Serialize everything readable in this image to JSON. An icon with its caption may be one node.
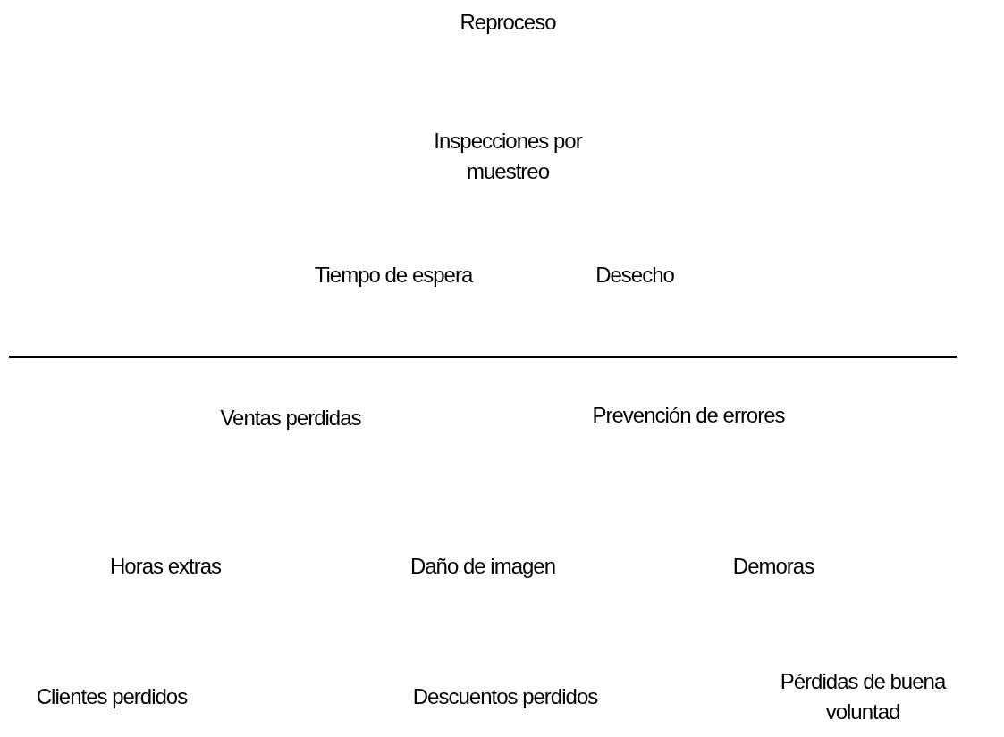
{
  "diagram": {
    "labels": [
      "Reproceso",
      "Inspecciones por muestreo",
      "Tiempo de espera",
      "Desecho",
      "Ventas perdidas",
      "Prevención de errores",
      "Horas extras",
      "Daño de imagen",
      "Demoras",
      "Clientes perdidos",
      "Descuentos perdidos",
      "Pérdidas de buena voluntad"
    ]
  }
}
